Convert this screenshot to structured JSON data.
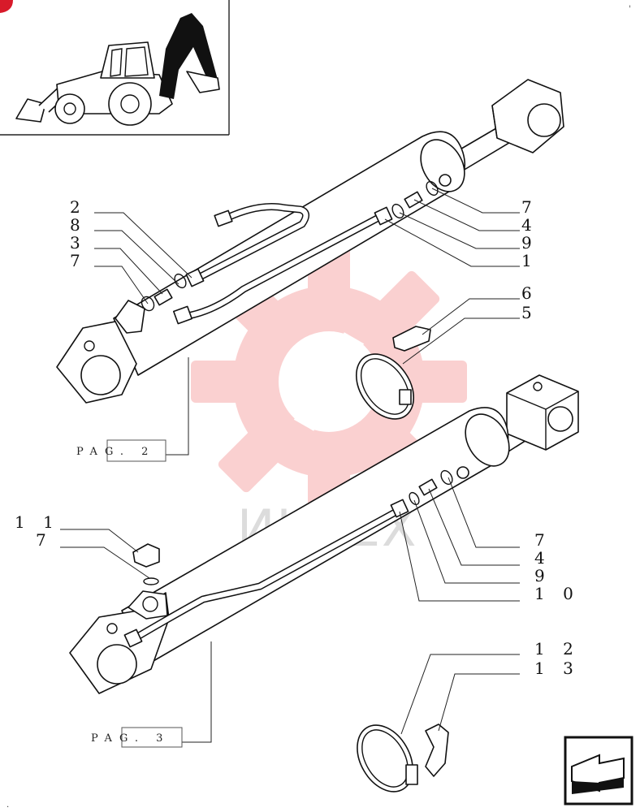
{
  "watermark": {
    "text": "ИНТЕХ",
    "color": "#f05a5a"
  },
  "labels": {
    "upper_left": [
      "2",
      "8",
      "3",
      "7"
    ],
    "upper_right": [
      "7",
      "4",
      "9",
      "1"
    ],
    "clamp_upper": [
      "6",
      "5"
    ],
    "lower_left": [
      "1 1",
      "7"
    ],
    "lower_right": [
      "7",
      "4",
      "9",
      "1 0"
    ],
    "clamp_lower": [
      "1 2",
      "1 3"
    ]
  },
  "page_refs": {
    "upper": "PAG. 2",
    "lower": "PAG. 3"
  },
  "icons": {
    "thumbnail": "backhoe-loader-icon",
    "nav": "next-page-arrow-icon",
    "corner": "red-corner-mark-icon"
  }
}
